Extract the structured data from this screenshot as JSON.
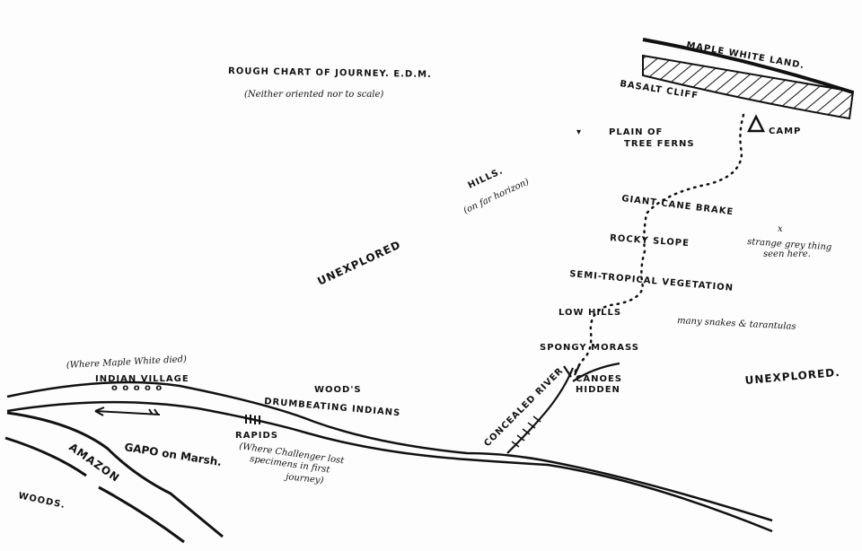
{
  "title": "ROUGH CHART OF JOURNEY.  E.D.M.",
  "subtitle": "(Neither oriented nor to scale)",
  "labels": {
    "maple_white_land": "MAPLE WHITE LAND.",
    "basalt_cliff": "BASALT CLIFF",
    "camp": "CAMP",
    "plain_1": "PLAIN OF",
    "plain_2": "TREE FERNS",
    "hills": "HILLS.",
    "hills_note": "(on far horizon)",
    "giant_cane": "GIANT CANE BRAKE",
    "rocky_slope": "ROCKY SLOPE",
    "strange_1": "strange grey thing",
    "strange_2": "seen here.",
    "strange_mark": "x",
    "unexplored_left": "UNEXPLORED",
    "semi_tropical": "SEMI-TROPICAL VEGETATION",
    "low_hills": "LOW HILLS",
    "snakes": "many snakes & tarantulas",
    "spongy": "SPONGY MORASS",
    "canoes_1": "CANOES",
    "canoes_2": "HIDDEN",
    "unexplored_right": "UNEXPLORED.",
    "concealed_river": "CONCEALED RIVER",
    "woods_1": "WOOD'S",
    "drumbeating": "DRUMBEATING INDIANS",
    "village_note": "(Where Maple White died)",
    "indian_village": "INDIAN VILLAGE",
    "village_huts": "o o o o o",
    "rapids": "RAPIDS",
    "rapids_note_1": "(Where Challenger lost",
    "rapids_note_2": "specimens in first",
    "rapids_note_3": "journey)",
    "gapo": "GAPO on Marsh.",
    "amazon": "AMAZON",
    "woods_2": "WOODS."
  }
}
